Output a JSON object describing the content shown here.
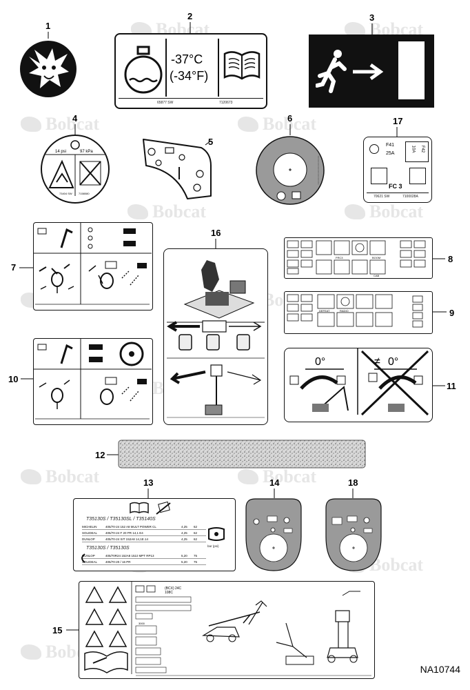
{
  "watermark": {
    "text": "Bobcat"
  },
  "figure_id": "NA10744",
  "callouts": [
    "1",
    "2",
    "3",
    "4",
    "5",
    "6",
    "7",
    "8",
    "9",
    "10",
    "11",
    "12",
    "13",
    "14",
    "15",
    "16",
    "17",
    "18"
  ],
  "decal2": {
    "temp_c": "-37°C",
    "temp_f": "(-34°F)",
    "code_left": "65877 SW",
    "code_right": "7120673"
  },
  "decal4": {
    "psi": "14 psi",
    "kpa": "97 kPa",
    "code_left": "73404 SW",
    "code_right": "7158080"
  },
  "decal17": {
    "fuse1": "F41",
    "fuse1_amp": "25A",
    "fuse2": "F42",
    "fuse2_amp": "10A",
    "title": "FC 3",
    "code_left": "70621 SW",
    "code_right": "7100028A"
  },
  "decal8": {
    "labels": [
      "FRC3",
      "BOOM",
      "CAB"
    ]
  },
  "decal9": {
    "labels": [
      "DEFEAT",
      "RADIO"
    ]
  },
  "decal11": {
    "angle_ok": "0°",
    "angle_no": "0°",
    "not_equal": "≠"
  },
  "decal13": {
    "title_models": "T35130S / T35130SL / T35140S",
    "rows1": [
      {
        "brand": "MICHELIN",
        "size": "405/70-24 152 A8 MULT POWER CL",
        "val1": "4,25",
        "val2": "62"
      },
      {
        "brand": "SOLIDEAL",
        "size": "405/70-24 F 20 PR 14,1 E4",
        "val1": "4,25",
        "val2": "62"
      },
      {
        "brand": "DUNLOP",
        "size": "405/70-24 SIT 152A8 14,1E.14",
        "val1": "4,25",
        "val2": "62"
      }
    ],
    "title_models2": "T35130S / T35130S",
    "rows2": [
      {
        "brand": "DUNLOP",
        "size": "405/70R24 152A8 152J MPT RP13",
        "val1": "5,20",
        "val2": "75"
      },
      {
        "brand": "SOLIDEAL",
        "size": "405/70-20 / 16 PR",
        "val1": "5,20",
        "val2": "75"
      }
    ],
    "unit": "bar (psi)"
  },
  "decal15": {
    "line1": "(BCX) 24C",
    "line2": "108C",
    "line3": "3000"
  }
}
